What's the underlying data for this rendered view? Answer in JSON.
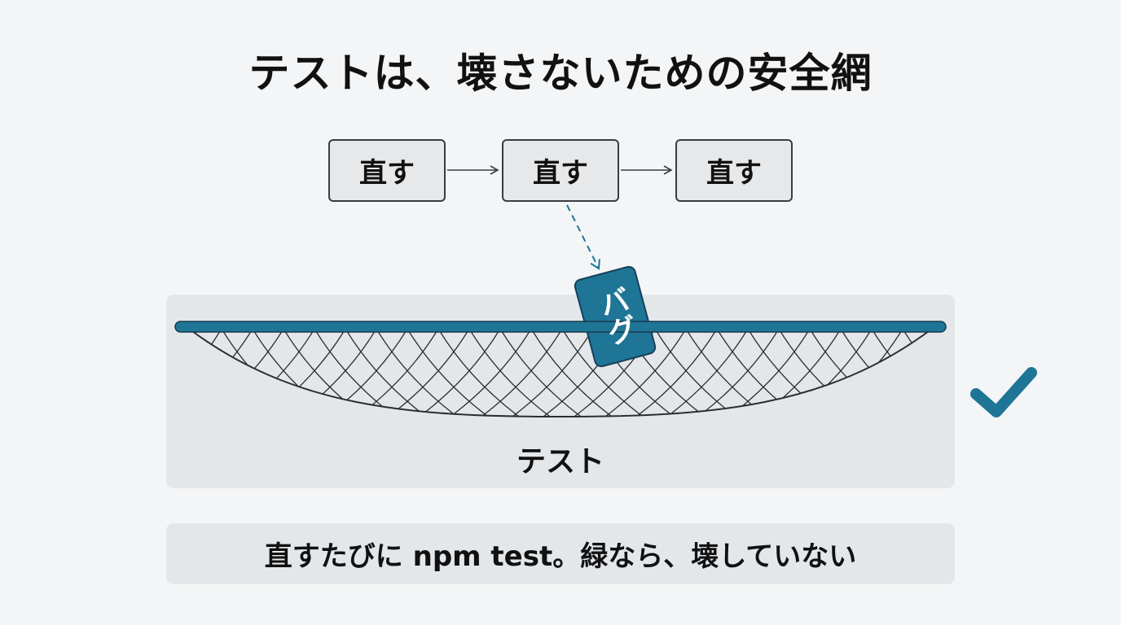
{
  "title": "テストは、壊さないための安全網",
  "steps": [
    "直す",
    "直す",
    "直す"
  ],
  "bug_label": "バグ",
  "net_label": "テスト",
  "footer_text": "直すたびに npm test。緑なら、壊していない",
  "colors": {
    "accent": "#1f7596",
    "box_border": "#3a3d40",
    "panel": "#e4e7ea",
    "background": "#f4f5f6",
    "check": "#1f7596"
  },
  "icons": {
    "check": "check-icon",
    "bug": "bug-card"
  }
}
